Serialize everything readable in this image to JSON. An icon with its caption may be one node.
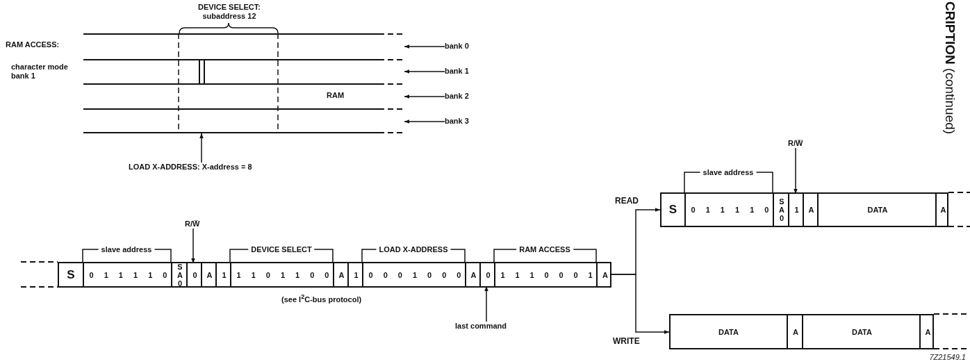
{
  "diagram": {
    "nodes": [
      {
        "text": [],
        "shape": "bar"
      },
      {
        "text": [],
        "shape": "bar"
      },
      {
        "text": [
          "RAM"
        ]
      },
      {
        "text": [],
        "shape": "bar"
      },
      {
        "text": [],
        "shape": "bar",
        "in": 1
      },
      {
        "text": [
          "bank 0"
        ]
      },
      {
        "text": [
          "bank 1"
        ]
      },
      {
        "text": [
          "bank 2"
        ]
      },
      {
        "text": [
          "bank 3"
        ]
      },
      {
        "text": [
          "LOAD X-ADDRESS: X-address = 8"
        ]
      },
      {
        "text": [],
        "shape": "box"
      },
      {
        "text": [
          "S"
        ],
        "in": 10
      },
      {
        "text": [
          "0 1 1 1 1 0"
        ],
        "in": 10
      },
      {
        "text": [
          "S A 0"
        ],
        "in": 10
      },
      {
        "text": [
          "0"
        ],
        "in": 10
      },
      {
        "text": [
          "A"
        ],
        "in": 10
      },
      {
        "text": [
          "1"
        ],
        "in": 10
      },
      {
        "text": [
          "1 1 0 1 1 0 0"
        ],
        "in": 10
      },
      {
        "text": [
          "A"
        ],
        "in": 10
      },
      {
        "text": [
          "1"
        ],
        "in": 10
      },
      {
        "text": [
          "0 0 0 1 0 0 0"
        ],
        "in": 10
      },
      {
        "text": [
          "A"
        ],
        "in": 10
      },
      {
        "text": [
          "0"
        ],
        "in": 10
      },
      {
        "text": [
          "1 1 1 0 0 0 1"
        ],
        "in": 10
      },
      {
        "text": [
          "A"
        ],
        "in": 10
      },
      {
        "text": [
          "R/W̅"
        ]
      },
      {
        "text": [
          "last command"
        ]
      },
      {
        "text": [],
        "shape": "box"
      },
      {
        "text": [
          "S"
        ],
        "in": 27
      },
      {
        "text": [
          "0 1 1 1 1 0"
        ],
        "in": 27
      },
      {
        "text": [
          "S A 0"
        ],
        "in": 27
      },
      {
        "text": [
          "1"
        ],
        "in": 27
      },
      {
        "text": [
          "A"
        ],
        "in": 27
      },
      {
        "text": [
          "DATA"
        ],
        "in": 27
      },
      {
        "text": [
          "A"
        ],
        "in": 27
      },
      {
        "text": [
          "R/W̅"
        ]
      },
      {
        "text": [],
        "shape": "box"
      },
      {
        "text": [
          "DATA"
        ],
        "in": 36
      },
      {
        "text": [
          "A"
        ],
        "in": 36
      },
      {
        "text": [
          "DATA"
        ],
        "in": 36
      },
      {
        "text": [
          "A"
        ],
        "in": 36
      }
    ],
    "edges": [
      {
        "from": 5,
        "to": 0,
        "arrow": "to"
      },
      {
        "from": 6,
        "to": 1,
        "arrow": "to"
      },
      {
        "from": 7,
        "to": 2,
        "arrow": "to"
      },
      {
        "from": 8,
        "to": 3,
        "arrow": "to"
      },
      {
        "from": 9,
        "to": 3,
        "arrow": "to"
      },
      {
        "from": 25,
        "to": 14,
        "arrow": "to"
      },
      {
        "from": 26,
        "to": 22,
        "arrow": "to"
      },
      {
        "from": 10,
        "to": 27,
        "arrow": "to",
        "label": "READ"
      },
      {
        "from": 10,
        "to": 36,
        "arrow": "to",
        "label": "WRITE"
      },
      {
        "from": 35,
        "to": 31,
        "arrow": "to"
      }
    ],
    "labels": [
      "DEVICE SELECT: subaddress 12",
      "RAM ACCESS:",
      "character mode bank 1",
      "**CRIPTION** (continued)",
      "slave address",
      "slave address",
      "DEVICE SELECT",
      "LOAD X-ADDRESS",
      "RAM ACCESS",
      "(see I$^{2}$C-bus protocol)",
      "7Z21549.1"
    ]
  }
}
